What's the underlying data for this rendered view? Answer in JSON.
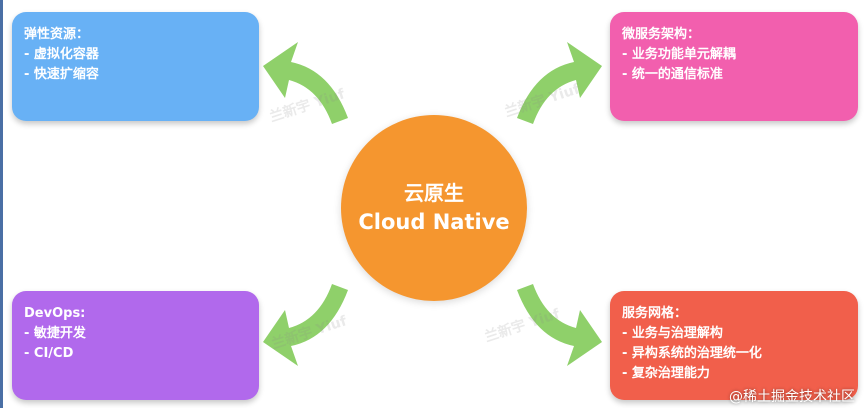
{
  "center": {
    "title_zh": "云原生",
    "title_en": "Cloud Native"
  },
  "cards": {
    "top_left": {
      "title": "弹性资源：",
      "items": [
        "- 虚拟化容器",
        "- 快速扩缩容"
      ]
    },
    "top_right": {
      "title": "微服务架构：",
      "items": [
        "- 业务功能单元解耦",
        "- 统一的通信标准"
      ]
    },
    "bottom_left": {
      "title": "DevOps:",
      "items": [
        "- 敏捷开发",
        "- CI/CD"
      ]
    },
    "bottom_right": {
      "title": "服务网格：",
      "items": [
        "- 业务与治理解构",
        "- 异构系统的治理统一化",
        "- 复杂治理能力"
      ]
    }
  },
  "watermark": {
    "text": "兰新宇 Yiuf"
  },
  "footer": {
    "text": "@稀土掘金技术社区"
  },
  "colors": {
    "top_left": "#68b1f5",
    "top_right": "#f25fae",
    "bottom_left": "#b169ec",
    "bottom_right": "#f15f4b",
    "center": "#f5962f",
    "arrow": "#8fd06a"
  }
}
